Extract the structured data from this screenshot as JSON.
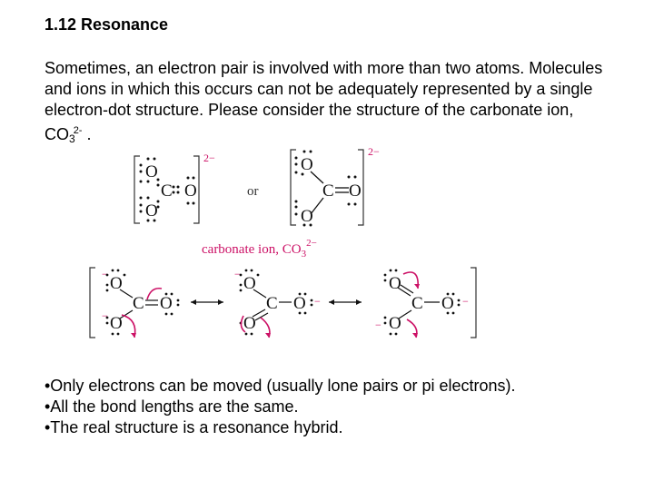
{
  "title": "1.12 Resonance",
  "intro": {
    "text": "Sometimes, an electron pair is involved with more than two atoms. Molecules and ions in which this occurs can not be adequately represented by a single electron-dot structure. Please consider the structure of the carbonate ion, CO",
    "subscript": "3",
    "superscript": "2-",
    "end": " ."
  },
  "figure": {
    "or_label": "or",
    "caption_text": "carbonate ion, CO",
    "caption_sub": "3",
    "caption_sup": "2−",
    "charge_2minus": "2−",
    "charge_minus": "−",
    "atom_o": "O",
    "atom_c": "C",
    "colors": {
      "accent": "#cc1166",
      "ink": "#111111"
    }
  },
  "bullets": [
    "•Only electrons can be moved (usually lone pairs or pi electrons).",
    "•All the bond lengths are the same.",
    "•The real structure is a resonance hybrid."
  ]
}
